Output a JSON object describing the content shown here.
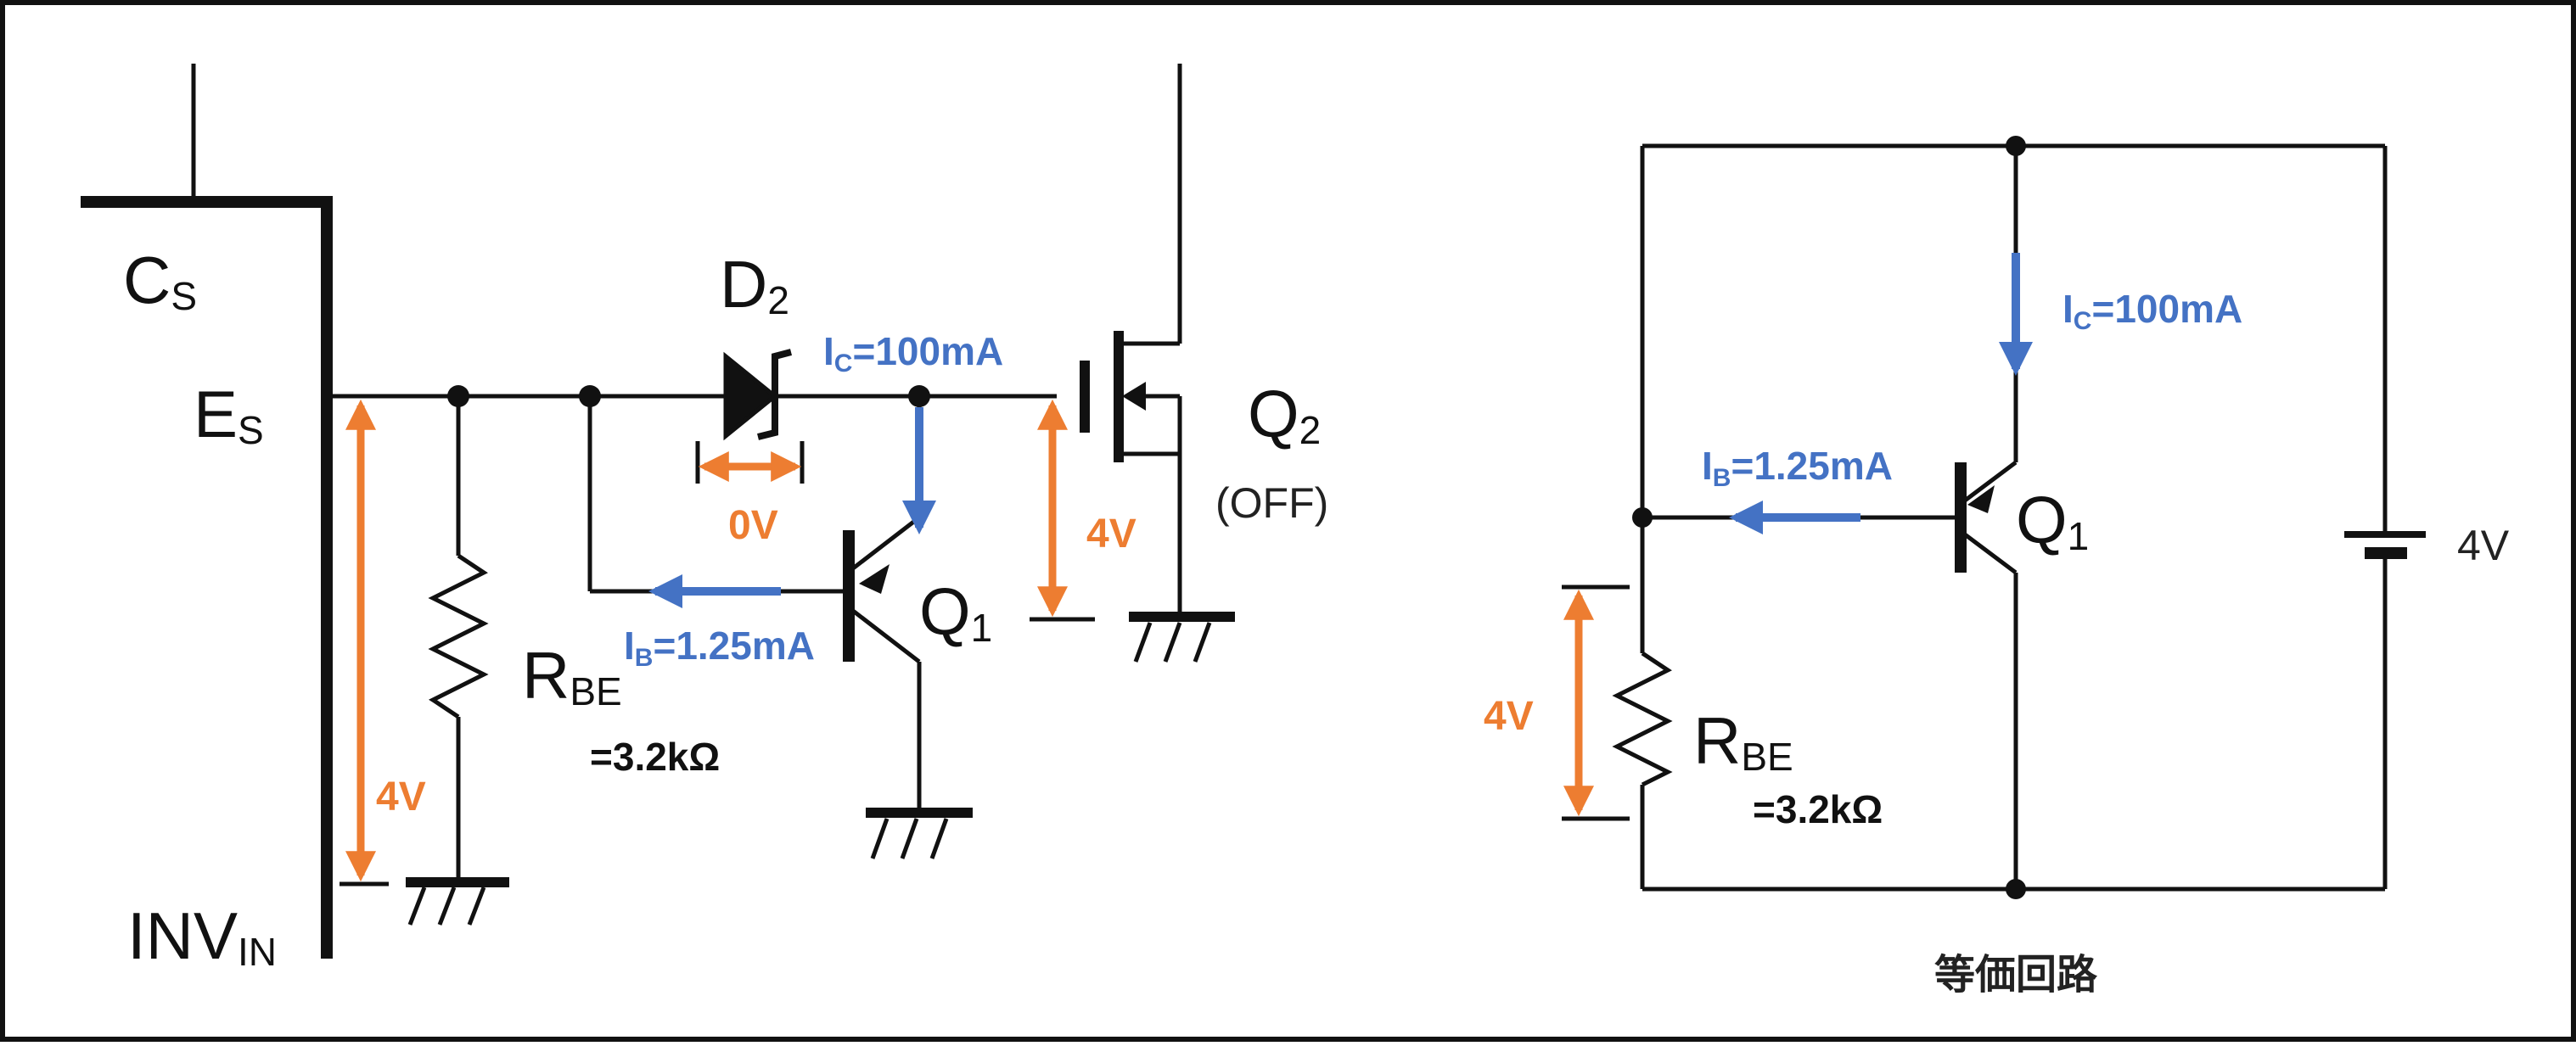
{
  "colors": {
    "wire": "#111111",
    "current": "#4472C4",
    "voltage": "#ED7D31",
    "border": "#111111"
  },
  "left": {
    "cs_main": "C",
    "cs_sub": "S",
    "es_main": "E",
    "es_sub": "S",
    "inv_main": "INV",
    "inv_sub": "IN",
    "d2_main": "D",
    "d2_sub": "2",
    "q2_main": "Q",
    "q2_sub": "2",
    "q2_state": "(OFF)",
    "q1_main": "Q",
    "q1_sub": "1",
    "rbe_main": "R",
    "rbe_sub": "BE",
    "rbe_value": "=3.2kΩ",
    "ic_main": "I",
    "ic_sub": "C",
    "ic_value": "=100mA",
    "ib_main": "I",
    "ib_sub": "B",
    "ib_value": "=1.25mA",
    "v_d2": "0V",
    "v_gate": "4V",
    "v_es": "4V"
  },
  "right": {
    "ic_main": "I",
    "ic_sub": "C",
    "ic_value": "=100mA",
    "ib_main": "I",
    "ib_sub": "B",
    "ib_value": "=1.25mA",
    "q1_main": "Q",
    "q1_sub": "1",
    "rbe_main": "R",
    "rbe_sub": "BE",
    "rbe_value": "=3.2kΩ",
    "v_rbe": "4V",
    "battery": "4V",
    "caption": "等価回路"
  }
}
